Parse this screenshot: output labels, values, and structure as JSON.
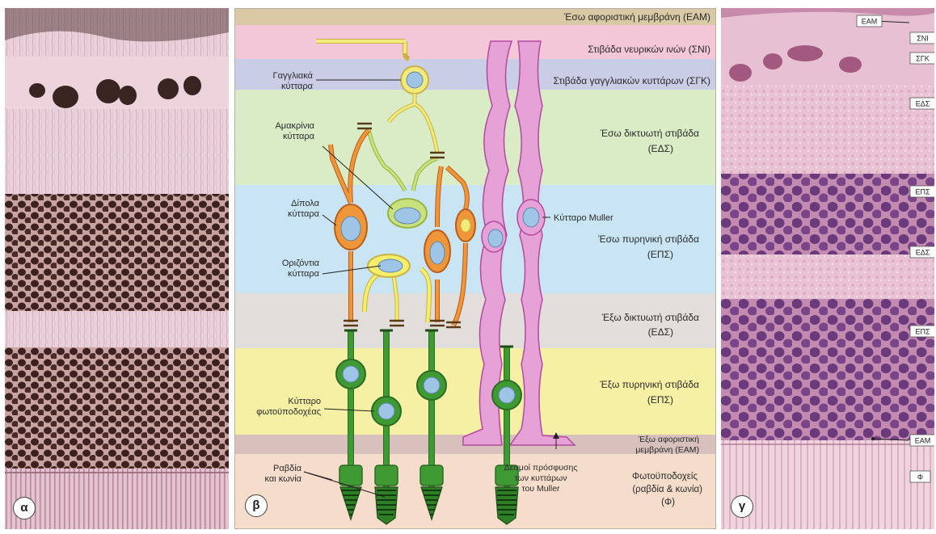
{
  "panel_letters": {
    "a": "α",
    "b": "β",
    "c": "γ"
  },
  "layers": [
    {
      "id": "eam-inner",
      "label": "Έσω αφοριστική μεμβράνη (ΕΑΜ)",
      "color": "#d9c9a4"
    },
    {
      "id": "sni",
      "label": "Στιβάδα νευρικών ινών (ΣΝΙ)",
      "color": "#f3c6d8"
    },
    {
      "id": "sgk",
      "label": "Στιβάδα γαγγλιακών κυττάρων (ΣΓΚ)",
      "color": "#c9cde6"
    },
    {
      "id": "eds-inner",
      "label_line1": "Έσω δικτυωτή στιβάδα",
      "label_line2": "(ΕΔΣ)",
      "color": "#d9ecc6"
    },
    {
      "id": "eps-inner",
      "label_line1": "Έσω πυρηνική στιβάδα",
      "label_line2": "(ΕΠΣ)",
      "color": "#c9e4f2"
    },
    {
      "id": "eds-outer",
      "label_line1": "Έξω δικτυωτή στιβάδα",
      "label_line2": "(ΕΔΣ)",
      "color": "#e2dedb"
    },
    {
      "id": "eps-outer",
      "label_line1": "Έξω πυρηνική στιβάδα",
      "label_line2": "(ΕΠΣ)",
      "color": "#f6f0a4"
    },
    {
      "id": "eam-outer",
      "label_line1": "Έξω αφοριστική",
      "label_line2": "μεμβράνη (ΕΑΜ)",
      "color": "#d8c1bd"
    },
    {
      "id": "photo",
      "label_line1": "Φωτοϋποδοχείς",
      "label_line2": "(ραβδία & κωνία)",
      "label_line3": "(Φ)",
      "color": "#f6dccb"
    }
  ],
  "cell_labels": {
    "ganglion_1": "Γαγγλιακά",
    "ganglion_2": "κύτταρα",
    "amacrine_1": "Αμακρίνια",
    "amacrine_2": "κύτταρα",
    "bipolar_1": "Δίπολα",
    "bipolar_2": "κύτταρα",
    "horizontal_1": "Οριζόντια",
    "horizontal_2": "κύτταρα",
    "photoreceptor_1": "Κύτταρο",
    "photoreceptor_2": "φωτοϋποδοχέας",
    "rods_1": "Ραβδία",
    "rods_2": "και κωνία",
    "muller": "Κύτταρο Muller",
    "junction_1": "Δεσμοί πρόσφυσης",
    "junction_2": "των κυττάρων",
    "junction_3": "του Muller"
  },
  "histology_tags": [
    "ΕΑΜ",
    "ΣΝΙ",
    "ΣΓΚ",
    "ΕΔΣ",
    "ΕΠΣ",
    "ΕΔΣ",
    "ΕΠΣ",
    "ΕΑΜ",
    "Φ"
  ],
  "colors": {
    "ganglion": "#f2ea7a",
    "amacrine": "#c9e27a",
    "bipolar": "#f0963a",
    "horizontal": "#f4ee6a",
    "photoreceptor": "#3f9a34",
    "muller": "#e6a1d6",
    "nucleus": "#9ec4e6",
    "stain_light": "#eac7d6",
    "stain_dark": "#3b2220"
  }
}
